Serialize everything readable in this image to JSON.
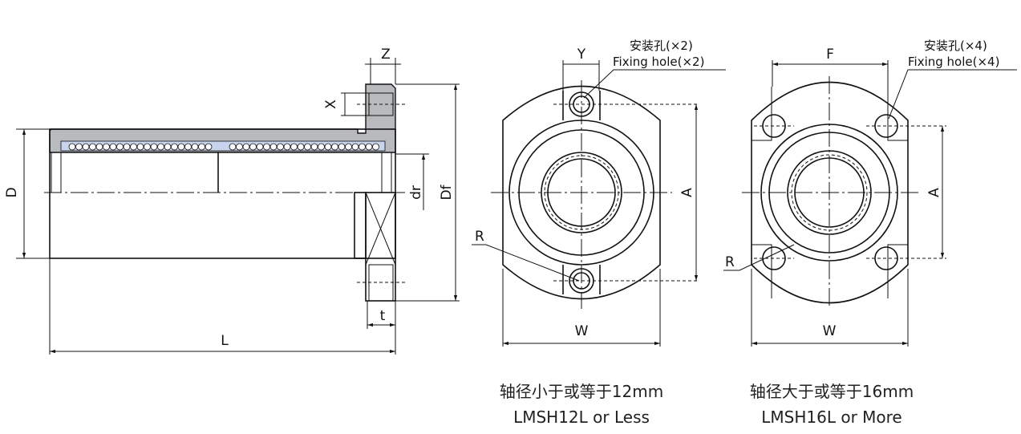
{
  "side_view": {
    "labels": {
      "D": "D",
      "L": "L",
      "Z": "Z",
      "X": "X",
      "t": "t",
      "dr": "dr",
      "Df": "Df"
    }
  },
  "front_view_small": {
    "labels": {
      "Y": "Y",
      "A": "A",
      "W": "W",
      "R": "R"
    },
    "note_cn": "安装孔(×2)",
    "note_en": "Fixing hole(×2)",
    "caption_cn": "轴径小于或等于12mm",
    "caption_en": "LMSH12L or Less"
  },
  "front_view_large": {
    "labels": {
      "F": "F",
      "A": "A",
      "W": "W",
      "R": "R"
    },
    "note_cn": "安装孔(×4)",
    "note_en": "Fixing hole(×4)",
    "caption_cn": "轴径大于或等于16mm",
    "caption_en": "LMSH16L or More"
  },
  "colors": {
    "housing_fill": "#b9babd",
    "retainer_fill": "#c8d4ee"
  }
}
